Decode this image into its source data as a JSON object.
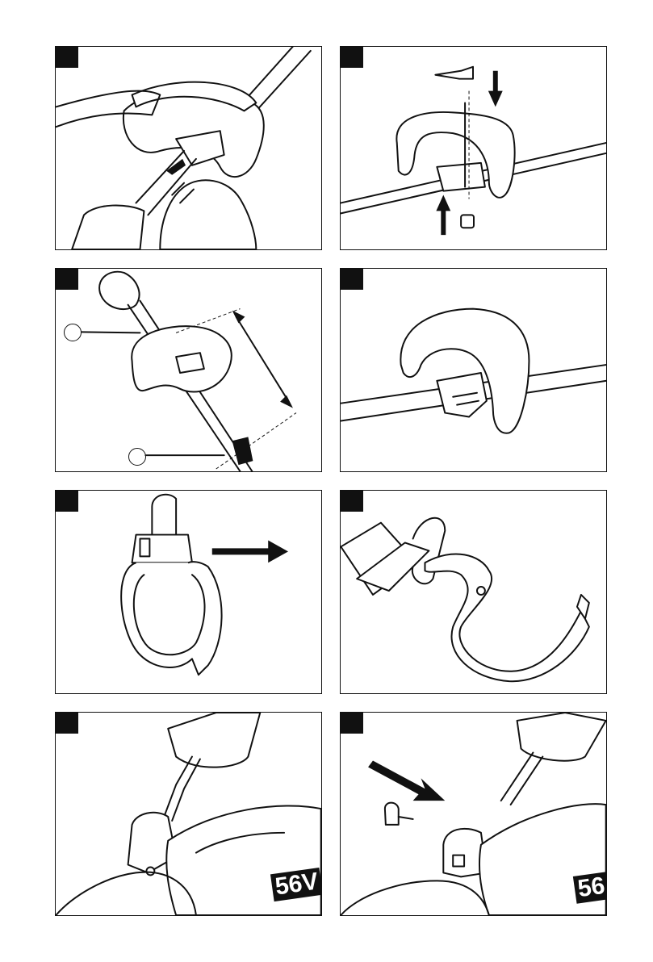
{
  "panels": [
    {
      "id": "p1",
      "illustration": "hand-inserting-handle-bolt"
    },
    {
      "id": "p2",
      "illustration": "handle-lever-and-nut-assembly",
      "icons": [
        "arrow-down-icon",
        "arrow-up-icon"
      ]
    },
    {
      "id": "p3",
      "illustration": "handle-position-adjustment",
      "icons": [
        "double-arrow-icon"
      ]
    },
    {
      "id": "p4",
      "illustration": "handle-installed-on-shaft"
    },
    {
      "id": "p5",
      "illustration": "strap-clamp-open",
      "icons": [
        "arrow-right-icon"
      ]
    },
    {
      "id": "p6",
      "illustration": "strap-clamp-with-buckle"
    },
    {
      "id": "p7",
      "illustration": "strap-hook-on-motor-housing",
      "housing_text": "56V"
    },
    {
      "id": "p8",
      "illustration": "strap-bolt-insertion",
      "icons": [
        "arrow-diagonal-icon"
      ],
      "housing_text": "56"
    }
  ],
  "colors": {
    "line": "#111111",
    "background": "#ffffff"
  }
}
